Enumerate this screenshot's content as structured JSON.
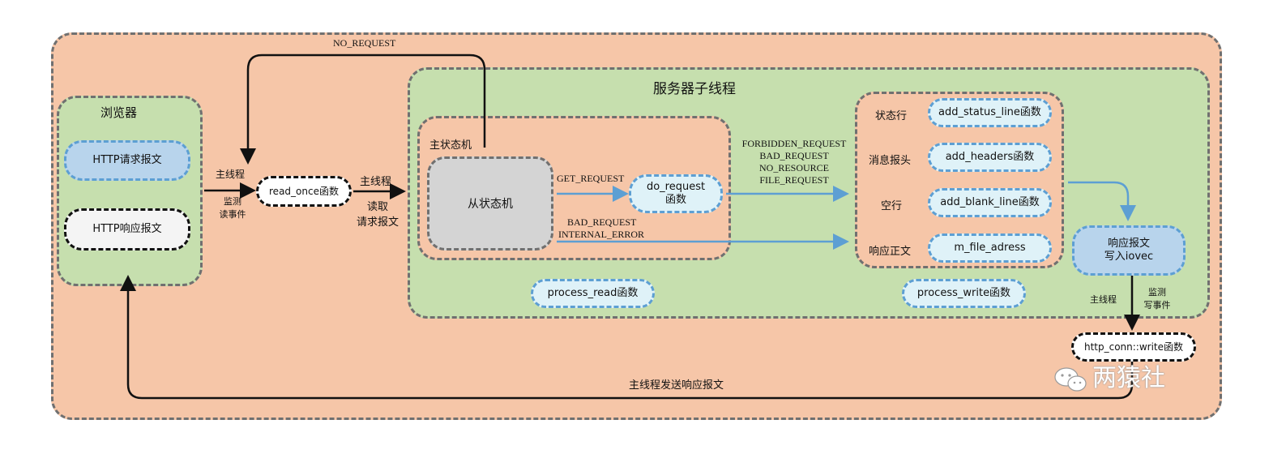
{
  "browser": {
    "title": "浏览器",
    "request": "HTTP请求报文",
    "response": "HTTP响应报文"
  },
  "edges": {
    "main_thread": "主线程",
    "monitor_read_1": "监测",
    "monitor_read_2": "读事件",
    "main_thread_2": "主线程",
    "read_1": "读取",
    "read_2": "请求报文",
    "no_request": "NO_REQUEST",
    "get_request": "GET_REQUEST",
    "bad_1": "BAD_REQUEST",
    "bad_2": "INTERNAL_ERROR",
    "resp_codes": [
      "FORBIDDEN_REQUEST",
      "BAD_REQUEST",
      "NO_RESOURCE",
      "FILE_REQUEST"
    ],
    "main_thread_3": "主线程",
    "monitor_write_1": "监测",
    "monitor_write_2": "写事件",
    "send_back": "主线程发送响应报文"
  },
  "nodes": {
    "read_once": "read_once函数",
    "server_title": "服务器子线程",
    "main_state_machine": "主状态机",
    "slave_state_machine": "从状态机",
    "do_request_1": "do_request",
    "do_request_2": "函数",
    "process_read": "process_read函数",
    "process_write": "process_write函数",
    "resp_write_1": "响应报文",
    "resp_write_2": "写入iovec",
    "http_write": "http_conn::write函数"
  },
  "response_parts": [
    {
      "label": "状态行",
      "func": "add_status_line函数"
    },
    {
      "label": "消息报头",
      "func": "add_headers函数"
    },
    {
      "label": "空行",
      "func": "add_blank_line函数"
    },
    {
      "label": "响应正文",
      "func": "m_file_adress"
    }
  ],
  "watermark": "两猿社",
  "colors": {
    "outer_bg": "#f6c6a8",
    "group_bg": "#c6dfae",
    "blue_arrow": "#5d9fd3",
    "black_arrow": "#111111"
  }
}
